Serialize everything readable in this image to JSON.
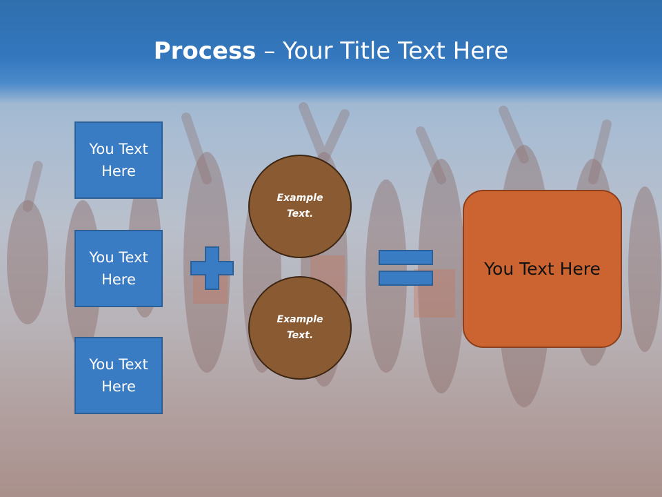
{
  "slide": {
    "title_bold": "Process",
    "title_rest": " – Your Title Text Here",
    "left_boxes": [
      "You Text Here",
      "You Text Here",
      "You Text Here"
    ],
    "circles": [
      "Example Text.",
      "Example Text."
    ],
    "result_text": "You Text Here"
  },
  "colors": {
    "title_band": "#3477bd",
    "box_fill": "#3a7cc3",
    "circle_fill": "#8a5a32",
    "result_fill": "#cc6431",
    "symbol_fill": "#3a7cc3"
  },
  "icons": {
    "plus": "plus-icon",
    "equals": "equals-icon"
  }
}
